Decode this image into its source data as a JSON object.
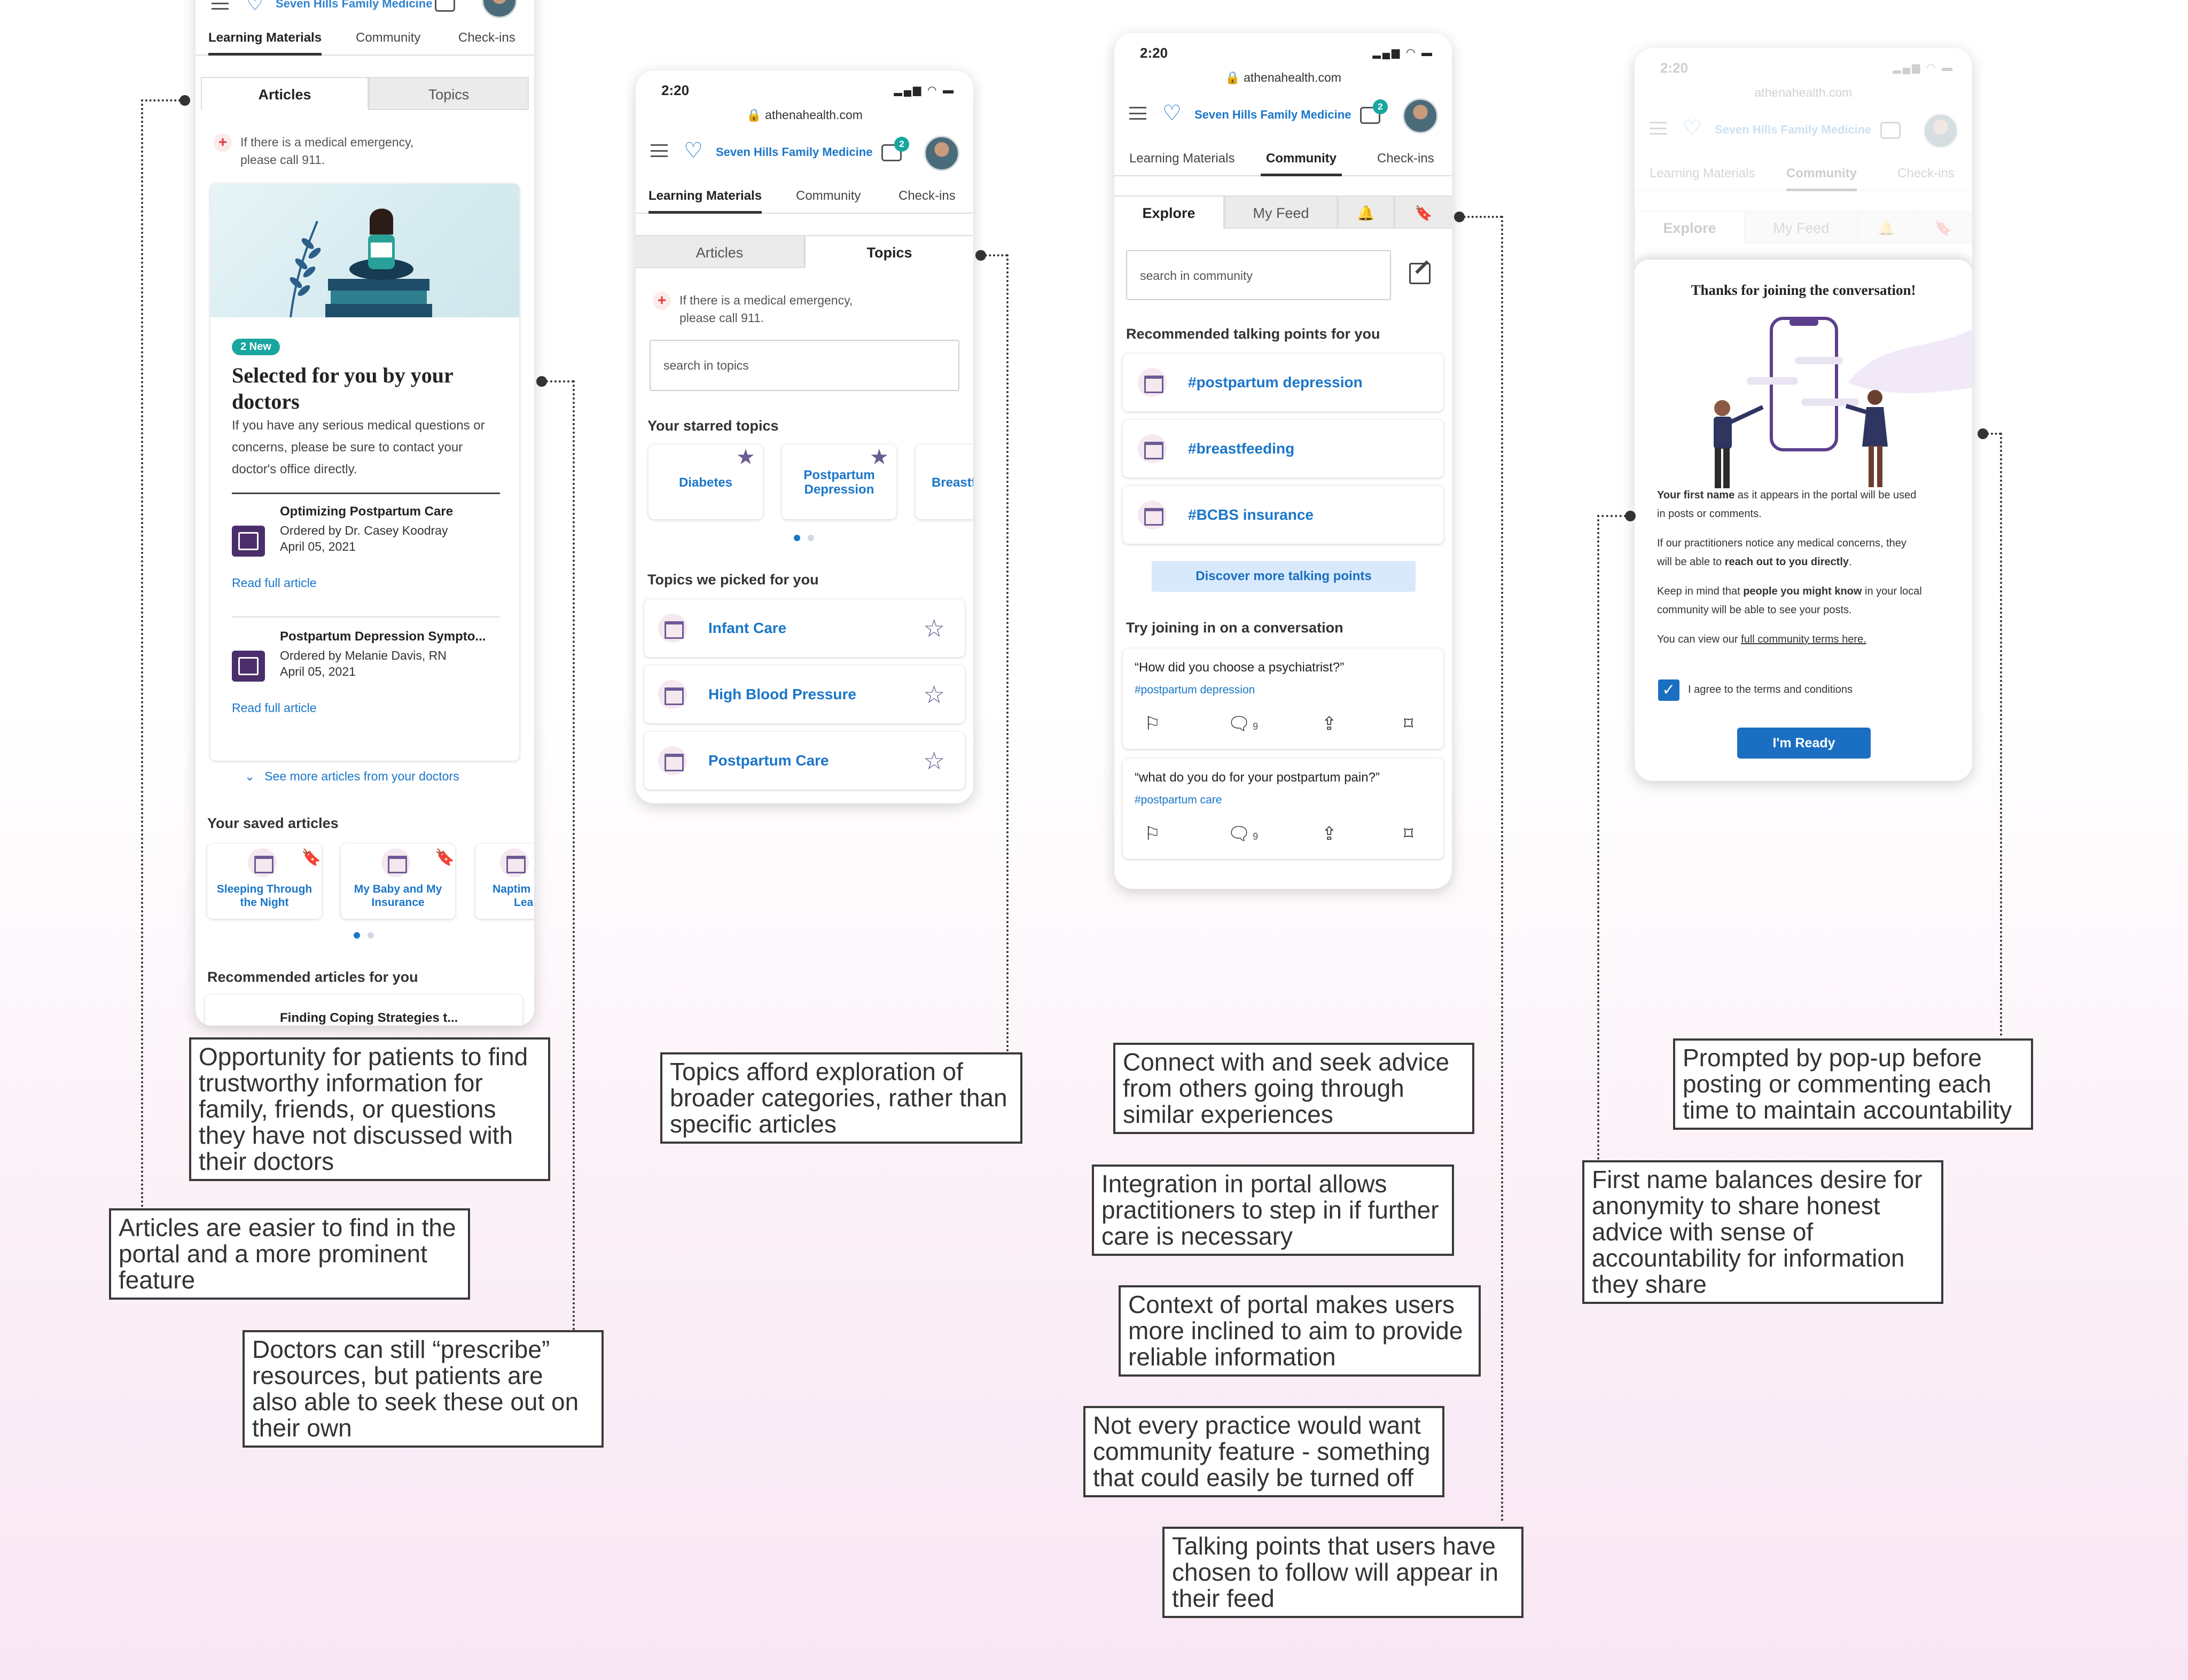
{
  "common": {
    "time": "2:20",
    "url": "athenahealth.com",
    "brand": "Seven Hills Family Medicine",
    "badge_count": "2",
    "nav_tabs": [
      "Learning Materials",
      "Community",
      "Check-ins"
    ],
    "emergency_line1": "If there is a medical emergency,",
    "emergency_line2": "please call 911."
  },
  "phone1": {
    "seg_tabs": [
      "Articles",
      "Topics"
    ],
    "new_badge": "2 New",
    "selected_title_1": "Selected for you by your",
    "selected_title_2": "doctors",
    "selected_desc_1": "If you have any serious medical questions or",
    "selected_desc_2": "concerns, please be sure to contact your",
    "selected_desc_3": "doctor's office directly.",
    "articles": [
      {
        "title": "Optimizing Postpartum Care",
        "by": "Ordered by Dr. Casey Koodray",
        "date": "April 05, 2021",
        "link": "Read full article"
      },
      {
        "title": "Postpartum Depression Sympto...",
        "by": "Ordered by Melanie Davis, RN",
        "date": "April 05, 2021",
        "link": "Read full article"
      }
    ],
    "see_more": "See more articles from your doctors",
    "saved_heading": "Your saved articles",
    "saved": [
      {
        "l1": "Sleeping Through",
        "l2": "the Night"
      },
      {
        "l1": "My Baby and My",
        "l2": "Insurance"
      },
      {
        "l1": "Naptim",
        "l2": "Lea"
      }
    ],
    "recommended_heading": "Recommended articles for you",
    "recommended_first": "Finding Coping Strategies t..."
  },
  "phone2": {
    "seg_tabs": [
      "Articles",
      "Topics"
    ],
    "search_placeholder": "search in topics",
    "starred_heading": "Your starred topics",
    "starred": [
      {
        "l1": "Diabetes",
        "l2": ""
      },
      {
        "l1": "Postpartum",
        "l2": "Depression"
      },
      {
        "l1": "Breastf",
        "l2": ""
      }
    ],
    "picked_heading": "Topics we picked for you",
    "picked": [
      "Infant Care",
      "High Blood Pressure",
      "Postpartum Care"
    ]
  },
  "phone3": {
    "seg_tabs": [
      "Explore",
      "My Feed"
    ],
    "search_placeholder": "search in community",
    "recommended_heading": "Recommended talking points for you",
    "talking_points": [
      "#postpartum depression",
      "#breastfeeding",
      "#BCBS insurance"
    ],
    "discover_button": "Discover more talking points",
    "conversation_heading": "Try joining in on a conversation",
    "conversations": [
      {
        "question": "“How did you choose a psychiatrist?”",
        "tag": "#postpartum depression",
        "comments": "9"
      },
      {
        "question": "“what do you do for your postpartum pain?”",
        "tag": "#postpartum care",
        "comments": "9"
      }
    ]
  },
  "phone4": {
    "seg_tabs": [
      "Explore",
      "My Feed"
    ],
    "modal_title": "Thanks for joining the conversation!",
    "p1_bold": "Your first name",
    "p1_rest": " as it appears in the portal will be used",
    "p1_l2": "in posts or comments.",
    "p2_l1": "If our practitioners notice any medical concerns, they",
    "p2_pre": "will be able to ",
    "p2_bold": "reach out to you directly",
    "p2_post": ".",
    "p3_pre": "Keep in mind that ",
    "p3_bold": "people you might know",
    "p3_post": " in your local",
    "p3_l2": "community will be able to see your posts.",
    "p4_pre": "You can view our ",
    "p4_link": "full community terms here.",
    "agree_label": "I agree to the terms and conditions",
    "ready_button": "I'm Ready"
  },
  "notes": {
    "n1": "Opportunity for patients to find trustworthy information for family, friends, or questions they have not discussed with their doctors",
    "n2": "Articles are easier to find in the portal and a more prominent feature",
    "n3": "Doctors can still “prescribe” resources, but patients are also able to seek these out on their own",
    "n4": "Topics afford exploration of broader categories, rather than specific articles",
    "n5": "Connect with and seek advice from others going through similar experiences",
    "n6": "Integration in portal allows practitioners to step in if further care is necessary",
    "n7": "Context of portal makes users more inclined to aim to provide reliable information",
    "n8": "Not every practice would want community feature - something that could easily be turned off",
    "n9": "Talking points that users have chosen to follow will appear in their feed",
    "n10": "Prompted by pop-up before posting or commenting each time to maintain accountability",
    "n11": "First name balances desire for anonymity to share honest advice with sense of accountability for information they share"
  },
  "colors": {
    "accent_blue": "#1a76c9",
    "teal": "#1aa6a0",
    "purple": "#6b5b95",
    "button_blue": "#1a6fc2"
  }
}
